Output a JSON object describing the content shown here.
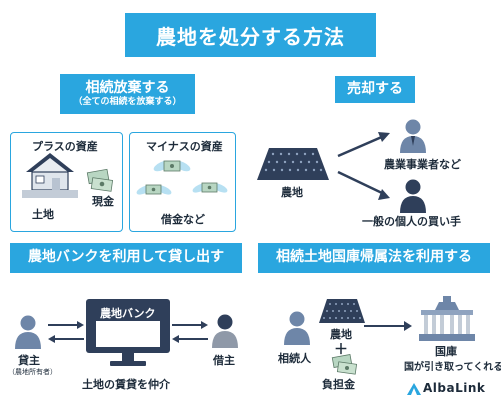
{
  "title": "農地を処分する方法",
  "sections": {
    "abandon": {
      "title": "相続放棄する",
      "subtitle": "（全ての相続を放棄する）",
      "plus_card": {
        "title": "プラスの資産",
        "land": "土地",
        "cash": "現金"
      },
      "minus_card": {
        "title": "マイナスの資産",
        "debt": "借金など"
      }
    },
    "sell": {
      "title": "売却する",
      "farmland": "農地",
      "buyer_top": "農業事業者など",
      "buyer_bottom": "一般の個人の買い手"
    },
    "bank": {
      "title": "農地バンクを利用して貸し出す",
      "bank_screen": "農地バンク",
      "lender": "貸主",
      "lender_note": "（農地所有者）",
      "borrower": "借主",
      "caption": "土地の賃貸を仲介"
    },
    "national": {
      "title": "相続土地国庫帰属法を利用する",
      "heir": "相続人",
      "farmland": "農地",
      "plus": "＋",
      "burden": "負担金",
      "treasury": "国庫",
      "treasury_note": "国が引き取ってくれる"
    }
  },
  "logo": {
    "text": "AlbaLink"
  },
  "colors": {
    "accent": "#2aa6df",
    "navy": "#2f3f5a",
    "person": "#6e86a8",
    "money_green": "#b8d6c2",
    "wing": "#b7e0f2"
  },
  "icons": [
    "house-icon",
    "cash-icon",
    "flying-money-icon",
    "farmland-icon",
    "person-icon",
    "monitor-icon",
    "government-building-icon",
    "arrow-icon",
    "logo-icon"
  ]
}
